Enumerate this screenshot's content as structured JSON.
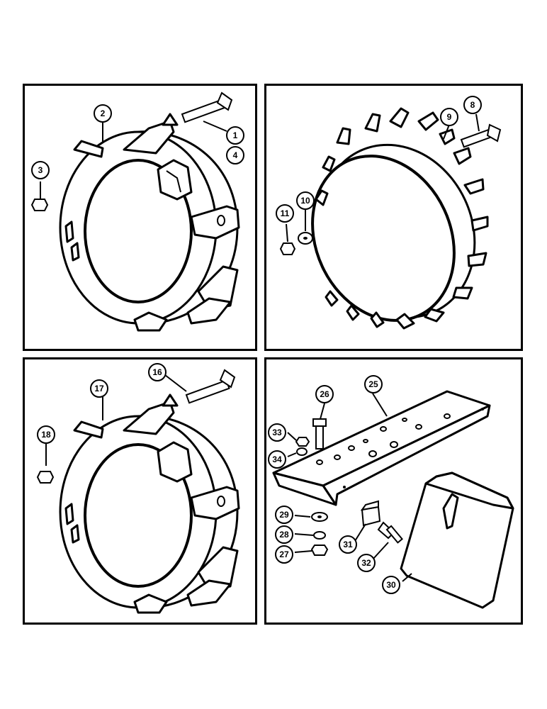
{
  "panels": [
    {
      "id": "top-left",
      "callouts": {
        "c2": "2",
        "c1": "1",
        "c4": "4",
        "c3": "3"
      }
    },
    {
      "id": "top-right",
      "callouts": {
        "c9": "9",
        "c8": "8",
        "c11": "11",
        "c10": "10"
      }
    },
    {
      "id": "bottom-left",
      "callouts": {
        "c17": "17",
        "c16": "16",
        "c18": "18"
      }
    },
    {
      "id": "bottom-right",
      "callouts": {
        "c26": "26",
        "c25": "25",
        "c33": "33",
        "c34": "34",
        "c29": "29",
        "c28": "28",
        "c27": "27",
        "c31": "31",
        "c32": "32",
        "c30": "30"
      }
    }
  ]
}
